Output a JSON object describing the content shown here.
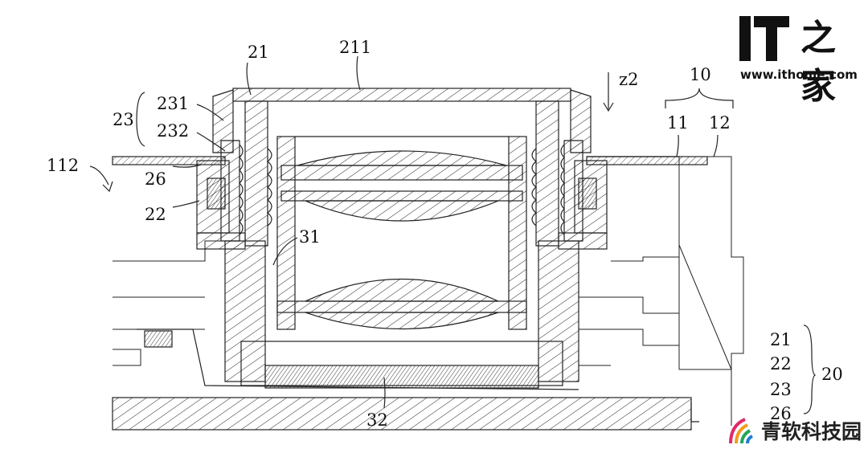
{
  "labels": {
    "l21_top": "21",
    "l211": "211",
    "lz2": "z2",
    "l10": "10",
    "l11": "11",
    "l12": "12",
    "l23": "23",
    "l231": "231",
    "l232": "232",
    "l112": "112",
    "l26": "26",
    "l22": "22",
    "l31": "31",
    "l32": "32",
    "l20": "20",
    "legend_21": "21",
    "legend_22": "22",
    "legend_23": "23",
    "legend_26": "26"
  },
  "logo": {
    "mark": "IT",
    "chinese": "之家",
    "url": "www.ithome.com"
  },
  "watermark": {
    "text": "青软科技园"
  }
}
